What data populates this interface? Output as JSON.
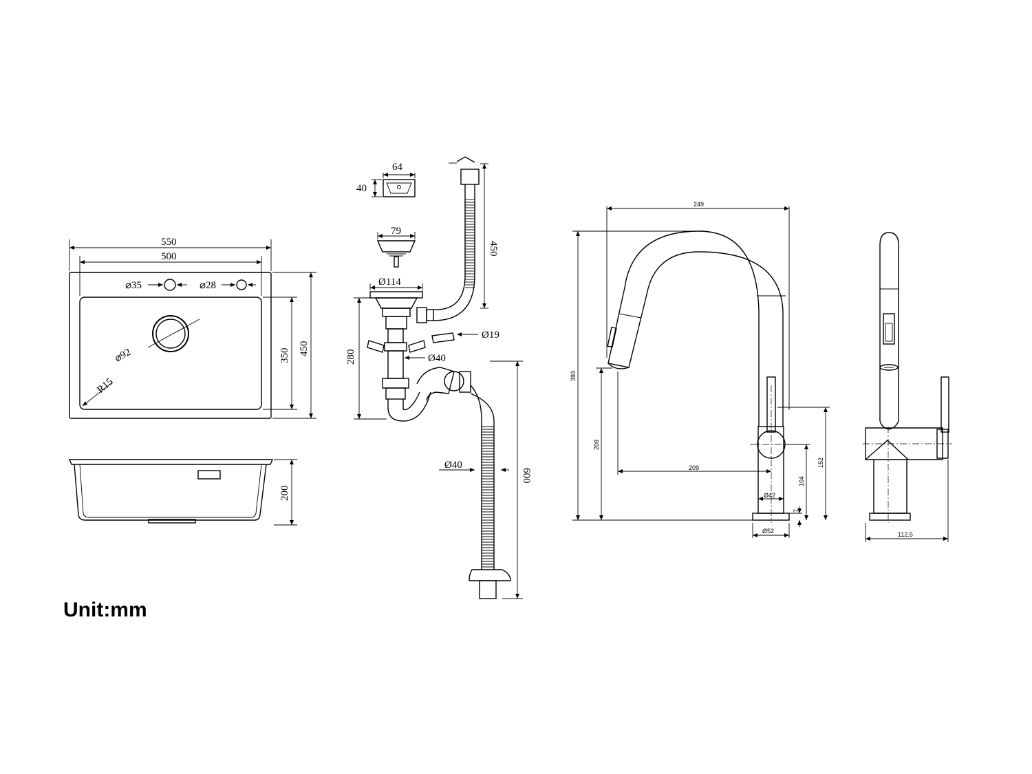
{
  "unit_label": "Unit:mm",
  "sink_top": {
    "outer_width": "550",
    "inner_width": "500",
    "hole1": "⌀35",
    "hole2": "⌀28",
    "drain_dia": "⌀92",
    "corner_radius": "R15",
    "inner_depth": "350",
    "outer_depth": "450"
  },
  "sink_side": {
    "height": "200"
  },
  "drain_kit": {
    "overflow_w": "64",
    "overflow_h": "40",
    "hose_len": "450",
    "strainer_dia": "79",
    "flange_dia": "Ø114",
    "height": "280",
    "pipe_small": "Ø19",
    "pipe_mid": "Ø40",
    "pipe_hose": "Ø40",
    "hose2_len": "600"
  },
  "faucet_front": {
    "reach": "249",
    "height": "393",
    "spout_height": "208",
    "spout_reach": "209",
    "body_dia": "Ø42",
    "handle_h": "104",
    "lever_h": "152",
    "base_h": "7",
    "base_dia": "Ø52"
  },
  "faucet_side": {
    "depth": "112.5"
  }
}
